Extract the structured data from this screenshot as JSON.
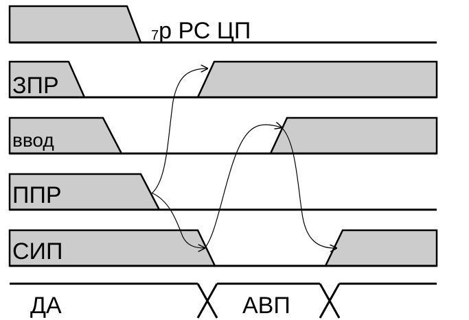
{
  "signals": {
    "rc": {
      "sub": "7",
      "text": "р РС ЦП"
    },
    "zpr": {
      "label": "ЗПР"
    },
    "vvod": {
      "label": "ввод"
    },
    "ppr": {
      "label": "ППР"
    },
    "sip": {
      "label": "СИП"
    }
  },
  "bus": {
    "da_label": "ДА",
    "avp_label": "АВП"
  },
  "colors": {
    "pulse_fill": "#cccccc",
    "line": "#000000",
    "background": "#ffffff"
  }
}
